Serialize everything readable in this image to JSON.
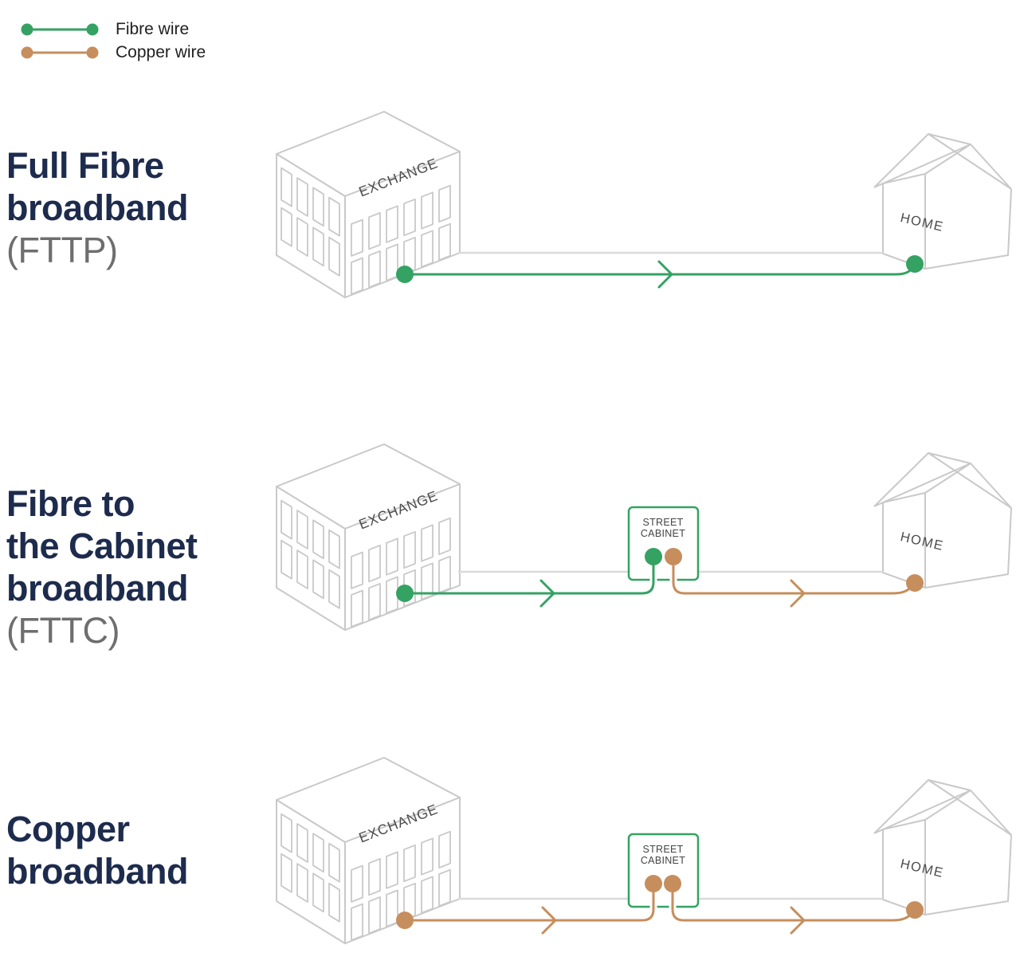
{
  "legend": {
    "items": [
      {
        "id": "fibre",
        "label": "Fibre wire",
        "color": "#34A263"
      },
      {
        "id": "copper",
        "label": "Copper wire",
        "color": "#C68E5C"
      }
    ]
  },
  "sections": [
    {
      "id": "fttp",
      "title_lines": [
        "Full Fibre",
        "broadband"
      ],
      "subtitle": "(FTTP)",
      "exchange_label": "EXCHANGE",
      "home_label": "HOME",
      "wires": [
        {
          "type": "fibre",
          "from": "exchange",
          "to": "home"
        }
      ]
    },
    {
      "id": "fttc",
      "title_lines": [
        "Fibre to",
        "the Cabinet",
        "broadband"
      ],
      "subtitle": "(FTTC)",
      "exchange_label": "EXCHANGE",
      "home_label": "HOME",
      "cabinet_label_lines": [
        "STREET",
        "CABINET"
      ],
      "wires": [
        {
          "type": "fibre",
          "from": "exchange",
          "to": "street cabinet"
        },
        {
          "type": "copper",
          "from": "street cabinet",
          "to": "home"
        }
      ]
    },
    {
      "id": "copper",
      "title_lines": [
        "Copper",
        "broadband"
      ],
      "exchange_label": "EXCHANGE",
      "home_label": "HOME",
      "cabinet_label_lines": [
        "STREET",
        "CABINET"
      ],
      "wires": [
        {
          "type": "copper",
          "from": "exchange",
          "to": "street cabinet"
        },
        {
          "type": "copper",
          "from": "street cabinet",
          "to": "home"
        }
      ]
    }
  ],
  "colors": {
    "fibre_wire": "#34A263",
    "copper_wire": "#C68E5C",
    "title_text": "#1D2B4D",
    "subtitle_text": "#6E6E6E",
    "building_outline": "#C9C9C9",
    "ground_line": "#DADADA",
    "building_label_text": "#4C4C4C"
  }
}
